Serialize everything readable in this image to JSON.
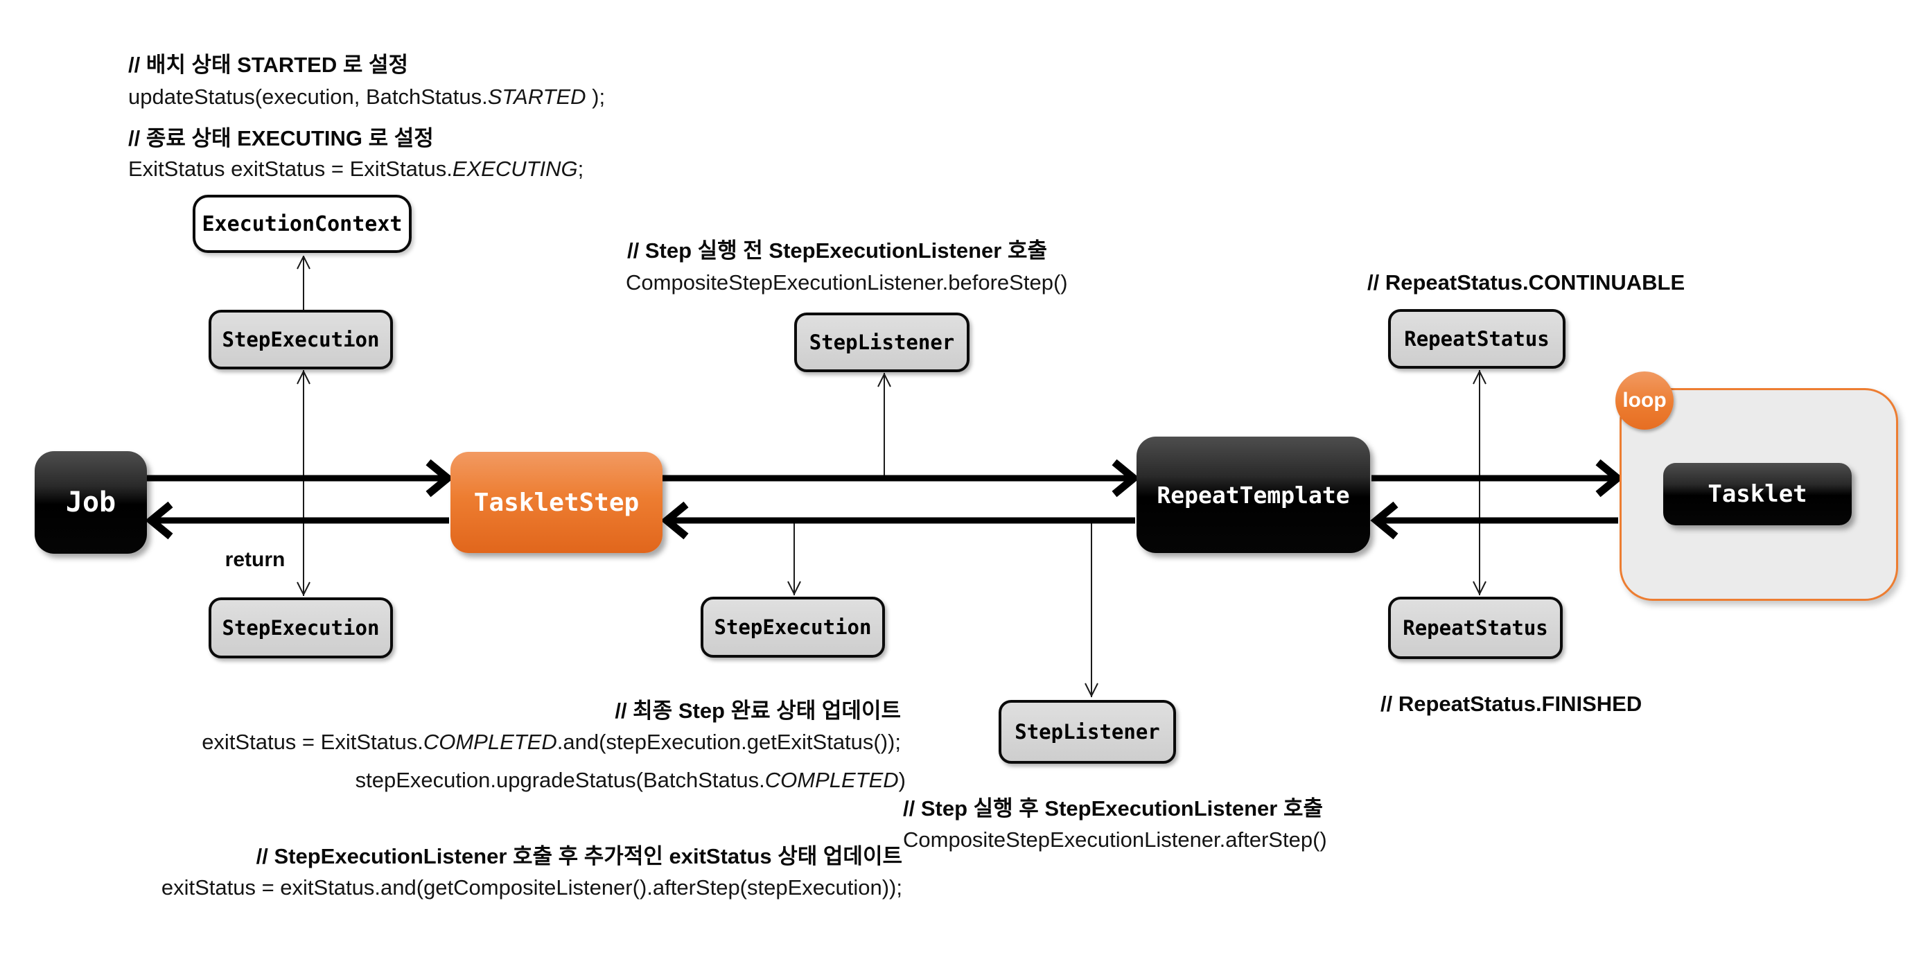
{
  "colors": {
    "accent_orange": "#ED7D31",
    "black_box": "#000000",
    "gray_box": "#D6D6D6",
    "loop_fill": "#EBEBEB",
    "background": "#FFFFFF"
  },
  "nodes": {
    "job": "Job",
    "tasklet_step": "TaskletStep",
    "repeat_template": "RepeatTemplate",
    "tasklet": "Tasklet",
    "execution_context": "ExecutionContext",
    "step_execution_top": "StepExecution",
    "step_execution_left": "StepExecution",
    "step_execution_mid": "StepExecution",
    "step_listener_top": "StepListener",
    "step_listener_bottom": "StepListener",
    "repeat_status_top": "RepeatStatus",
    "repeat_status_bottom": "RepeatStatus"
  },
  "annotations": {
    "batch_started": {
      "comment": "// 배치 상태 STARTED 로 설정",
      "code_pre": "updateStatus(execution, BatchStatus.",
      "code_em": "STARTED",
      "code_post": " );"
    },
    "exit_executing": {
      "comment": "// 종료 상태 EXECUTING 로 설정",
      "code_pre": "ExitStatus exitStatus = ExitStatus.",
      "code_em": "EXECUTING",
      "code_post": ";"
    },
    "before_step": {
      "comment": "// Step 실행 전 StepExecutionListener 호출",
      "code": "CompositeStepExecutionListener.beforeStep()"
    },
    "continuable": "// RepeatStatus.CONTINUABLE",
    "finished": "// RepeatStatus.FINISHED",
    "final_update": {
      "comment": "// 최종 Step 완료 상태 업데이트",
      "line1_pre": "exitStatus = ExitStatus.",
      "line1_em": "COMPLETED",
      "line1_post": ".and(stepExecution.getExitStatus());",
      "line2_pre": "stepExecution.upgradeStatus(BatchStatus.",
      "line2_em": "COMPLETED",
      "line2_post": ")"
    },
    "listener_update": {
      "comment": "// StepExecutionListener 호출 후 추가적인 exitStatus 상태 업데이트",
      "code": "exitStatus = exitStatus.and(getCompositeListener().afterStep(stepExecution));"
    },
    "after_step": {
      "comment": "// Step 실행 후 StepExecutionListener 호출",
      "code": "CompositeStepExecutionListener.afterStep()"
    },
    "return_label": "return",
    "loop_label": "loop"
  }
}
